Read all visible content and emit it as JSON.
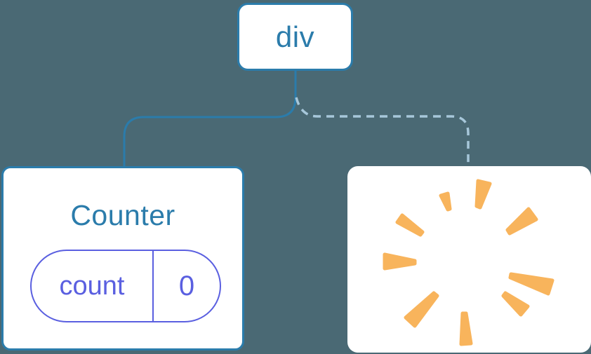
{
  "diagram": {
    "root": {
      "label": "div"
    },
    "left_child": {
      "title": "Counter",
      "state": {
        "key": "count",
        "value": "0"
      }
    },
    "right_child": {
      "icon": "poof-starburst"
    },
    "connections": {
      "left": "solid",
      "right": "dashed"
    }
  },
  "colors": {
    "background": "#4a6974",
    "node_border": "#2b7cab",
    "node_text": "#2b7cab",
    "dashed_line": "#a7c7da",
    "state_accent": "#5a5fe0",
    "poof": "#f8b45c",
    "node_bg": "#ffffff"
  }
}
